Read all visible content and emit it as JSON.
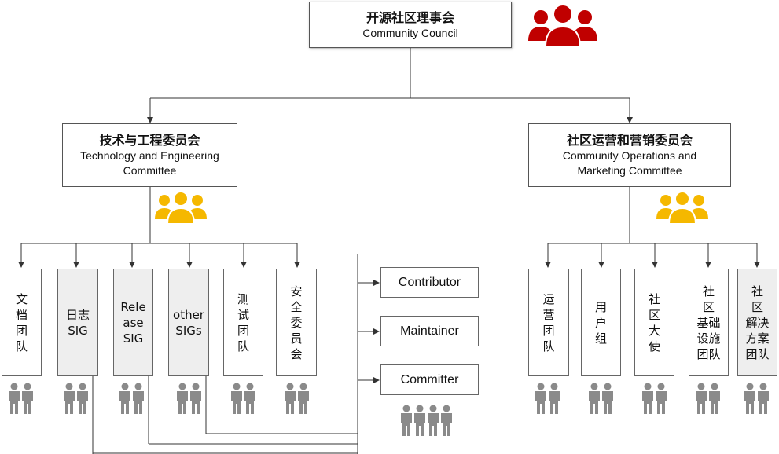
{
  "council": {
    "title_zh": "开源社区理事会",
    "title_en": "Community Council"
  },
  "committees": [
    {
      "title_zh": "技术与工程委员会",
      "title_en": "Technology and Engineering\nCommittee"
    },
    {
      "title_zh": "社区运营和营销委员会",
      "title_en": "Community Operations and\nMarketing Committee"
    }
  ],
  "tech_teams": [
    {
      "label": "文\n档\n团\n队",
      "style": "white"
    },
    {
      "label": "日志\nSIG",
      "style": "gray"
    },
    {
      "label": "Rele\nase\nSIG",
      "style": "gray"
    },
    {
      "label": "other\nSIGs",
      "style": "gray"
    },
    {
      "label": "测\n试\n团\n队",
      "style": "white"
    },
    {
      "label": "安\n全\n委\n员\n会",
      "style": "white"
    }
  ],
  "ops_teams": [
    {
      "label": "运\n营\n团\n队",
      "style": "white"
    },
    {
      "label": "用\n户\n组",
      "style": "white"
    },
    {
      "label": "社\n区\n大\n使",
      "style": "white"
    },
    {
      "label": "社\n区\n基础\n设施\n团队",
      "style": "white"
    },
    {
      "label": "社\n区\n解决\n方案\n团队",
      "style": "gray"
    }
  ],
  "roles": [
    "Contributor",
    "Maintainer",
    "Committer"
  ],
  "colors": {
    "council_icon": "#c00000",
    "committee_icon": "#f5b800",
    "member_icon": "#8a8a8a",
    "line": "#333333"
  },
  "icons": {
    "council": "group-icon",
    "committee": "group-icon",
    "member": "people-icon"
  }
}
